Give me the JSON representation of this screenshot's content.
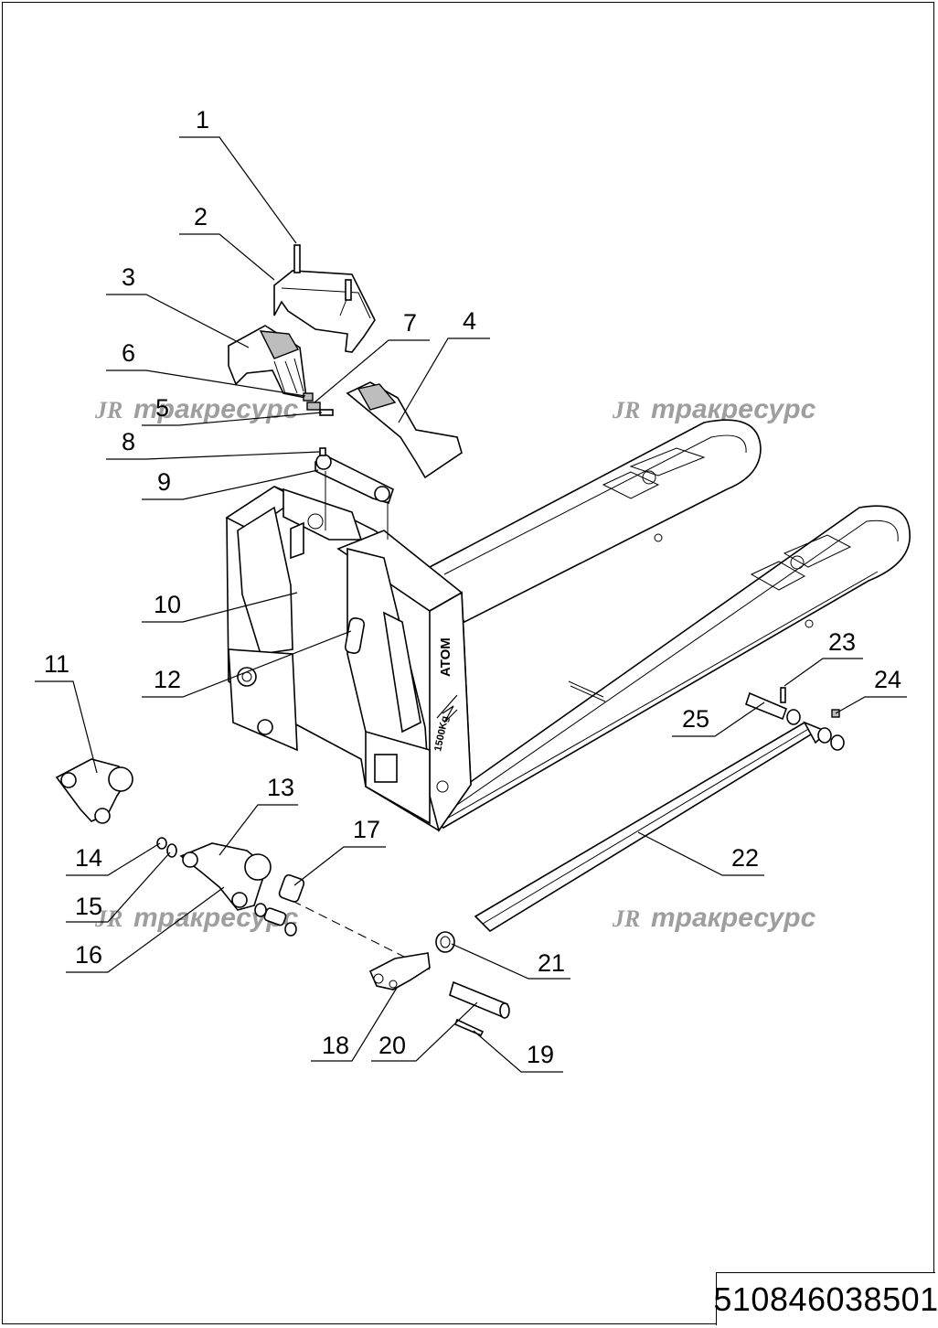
{
  "document_number": "510846038501",
  "watermark": {
    "logo": "JR",
    "text": "тракресурс"
  },
  "fork_branding": {
    "brand": "ATOM",
    "capacity": "1500Kg"
  },
  "callouts": [
    "1",
    "2",
    "3",
    "4",
    "5",
    "6",
    "7",
    "8",
    "9",
    "10",
    "11",
    "12",
    "13",
    "14",
    "15",
    "16",
    "17",
    "18",
    "19",
    "20",
    "21",
    "22",
    "23",
    "24",
    "25"
  ]
}
